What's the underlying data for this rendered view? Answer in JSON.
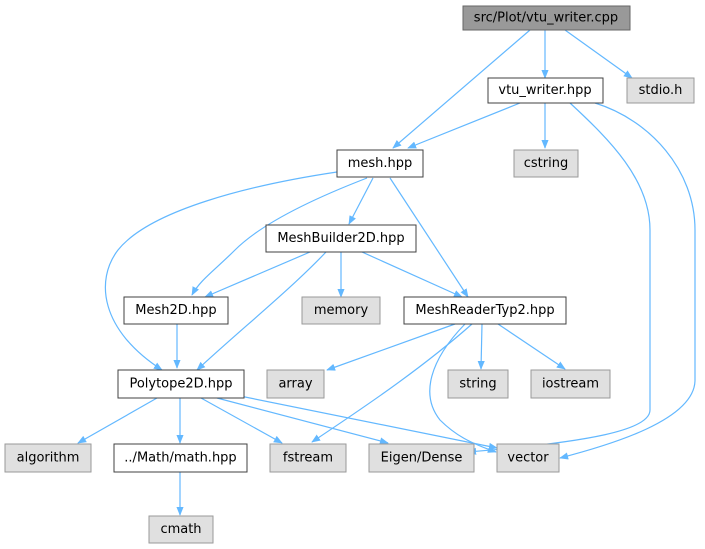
{
  "colors": {
    "root_fill": "#999999",
    "root_border": "#666666",
    "local_fill": "#ffffff",
    "local_border": "#404040",
    "system_fill": "#e0e0e0",
    "system_border": "#999999",
    "edge": "#63b8ff"
  },
  "nodes": {
    "vtu_writer_cpp": "src/Plot/vtu_writer.cpp",
    "vtu_writer_hpp": "vtu_writer.hpp",
    "stdio_h": "stdio.h",
    "mesh_hpp": "mesh.hpp",
    "cstring": "cstring",
    "meshbuilder2d_hpp": "MeshBuilder2D.hpp",
    "mesh2d_hpp": "Mesh2D.hpp",
    "memory": "memory",
    "meshreadertyp2_hpp": "MeshReaderTyp2.hpp",
    "polytope2d_hpp": "Polytope2D.hpp",
    "array": "array",
    "string": "string",
    "iostream": "iostream",
    "algorithm": "algorithm",
    "math_hpp": "../Math/math.hpp",
    "fstream": "fstream",
    "eigen_dense": "Eigen/Dense",
    "vector": "vector",
    "cmath": "cmath"
  },
  "edges": [
    [
      "vtu_writer_cpp",
      "vtu_writer_hpp"
    ],
    [
      "vtu_writer_cpp",
      "stdio_h"
    ],
    [
      "vtu_writer_cpp",
      "mesh_hpp"
    ],
    [
      "vtu_writer_hpp",
      "mesh_hpp"
    ],
    [
      "vtu_writer_hpp",
      "cstring"
    ],
    [
      "vtu_writer_hpp",
      "eigen_dense"
    ],
    [
      "vtu_writer_hpp",
      "vector"
    ],
    [
      "mesh_hpp",
      "meshbuilder2d_hpp"
    ],
    [
      "mesh_hpp",
      "mesh2d_hpp"
    ],
    [
      "mesh_hpp",
      "meshreadertyp2_hpp"
    ],
    [
      "mesh_hpp",
      "polytope2d_hpp"
    ],
    [
      "meshbuilder2d_hpp",
      "mesh2d_hpp"
    ],
    [
      "meshbuilder2d_hpp",
      "memory"
    ],
    [
      "meshbuilder2d_hpp",
      "meshreadertyp2_hpp"
    ],
    [
      "meshbuilder2d_hpp",
      "polytope2d_hpp"
    ],
    [
      "mesh2d_hpp",
      "polytope2d_hpp"
    ],
    [
      "meshreadertyp2_hpp",
      "array"
    ],
    [
      "meshreadertyp2_hpp",
      "string"
    ],
    [
      "meshreadertyp2_hpp",
      "iostream"
    ],
    [
      "meshreadertyp2_hpp",
      "fstream"
    ],
    [
      "meshreadertyp2_hpp",
      "vector"
    ],
    [
      "polytope2d_hpp",
      "algorithm"
    ],
    [
      "polytope2d_hpp",
      "math_hpp"
    ],
    [
      "polytope2d_hpp",
      "fstream"
    ],
    [
      "polytope2d_hpp",
      "eigen_dense"
    ],
    [
      "polytope2d_hpp",
      "vector"
    ],
    [
      "math_hpp",
      "cmath"
    ]
  ]
}
